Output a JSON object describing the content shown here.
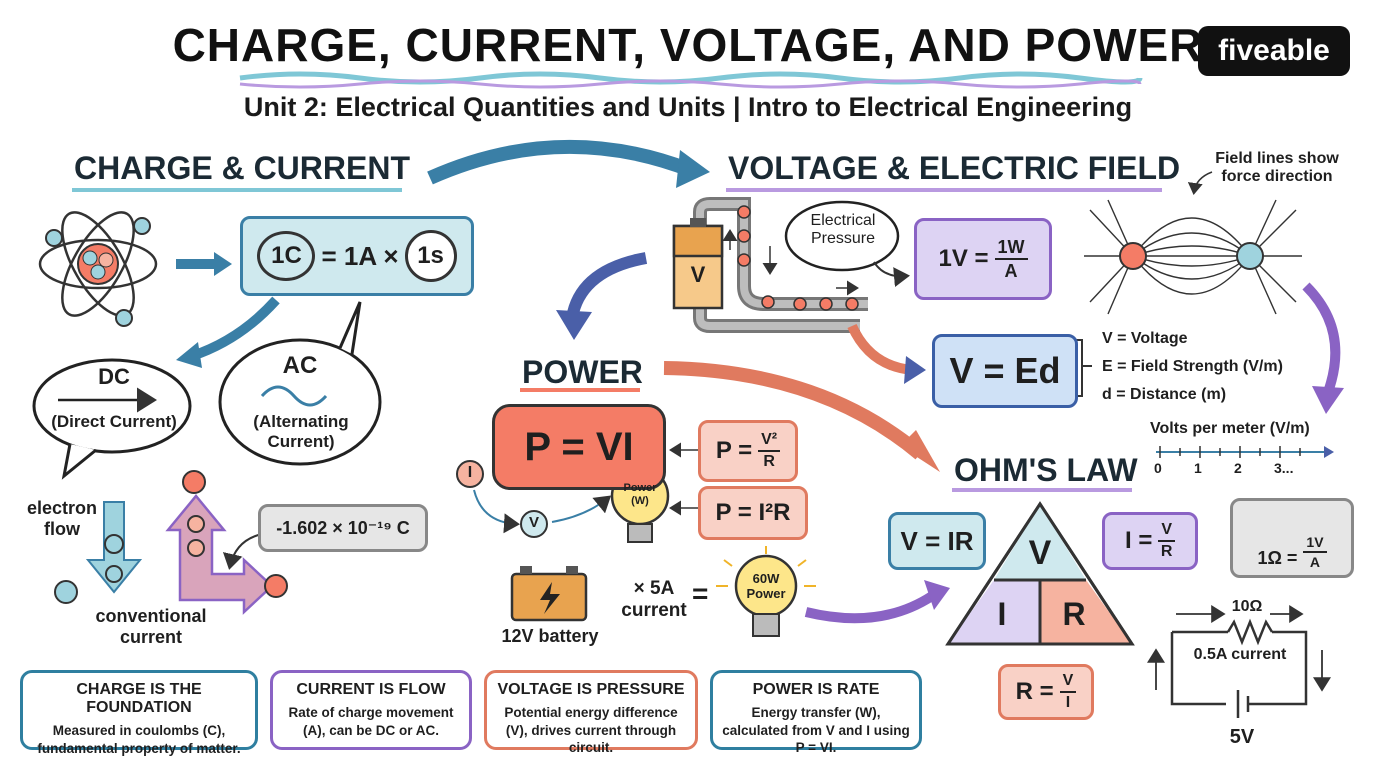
{
  "header": {
    "title": "CHARGE, CURRENT, VOLTAGE, AND POWER",
    "subtitle": "Unit 2: Electrical Quantities and Units | Intro to Electrical Engineering",
    "logo": "fiveable"
  },
  "charge": {
    "heading": "CHARGE & CURRENT",
    "eq_c": "1C",
    "eq_mid": "= 1A ×",
    "eq_s": "1s",
    "dc_title": "DC",
    "dc_sub": "(Direct Current)",
    "ac_title": "AC",
    "ac_sub": "(Alternating Current)",
    "electron_flow": "electron flow",
    "conventional": "conventional current",
    "electron_charge": "-1.602 × 10⁻¹⁹ C"
  },
  "voltage": {
    "heading": "VOLTAGE & ELECTRIC FIELD",
    "battery_label": "V",
    "bubble": "Electrical Pressure",
    "volt_lhs": "1V =",
    "volt_num": "1W",
    "volt_den": "A",
    "ved": "V = Ed",
    "ved_v": "V = Voltage",
    "ved_e": "E = Field Strength (V/m)",
    "ved_d": "d = Distance (m)",
    "field_note": "Field lines show force direction",
    "vpm": "Volts per meter (V/m)",
    "scale": [
      "0",
      "1",
      "2",
      "3..."
    ]
  },
  "power": {
    "heading": "POWER",
    "pvi": "P = VI",
    "i": "I",
    "v": "V",
    "bulb": "Power (W)",
    "p2_lhs": "P =",
    "p2_num": "V²",
    "p2_den": "R",
    "p3": "P = I²R",
    "battery": "12V battery",
    "mult": "× 5A current",
    "eq": "=",
    "bulb2": "60W Power"
  },
  "ohm": {
    "heading": "OHM'S LAW",
    "vir": "V = IR",
    "tri_v": "V",
    "tri_i": "I",
    "tri_r": "R",
    "i_lhs": "I =",
    "i_num": "V",
    "i_den": "R",
    "r_lhs": "R =",
    "r_num": "V",
    "r_den": "I",
    "ohm_lhs": "1Ω =",
    "ohm_num": "1V",
    "ohm_den": "A",
    "circuit_r": "10Ω",
    "circuit_i": "0.5A current",
    "circuit_v": "5V"
  },
  "cards": [
    {
      "title": "CHARGE IS THE FOUNDATION",
      "text": "Measured in coulombs (C), fundamental property of matter.",
      "color": "#2f7fa0"
    },
    {
      "title": "CURRENT IS FLOW",
      "text": "Rate of charge movement (A), can be DC or AC.",
      "color": "#8a63c4"
    },
    {
      "title": "VOLTAGE IS PRESSURE",
      "text": "Potential energy difference (V), drives current through circuit.",
      "color": "#e07a5f"
    },
    {
      "title": "POWER IS RATE",
      "text": "Energy transfer (W), calculated from V and I using P = VI.",
      "color": "#2f7fa0"
    }
  ],
  "colors": {
    "teal": "#cfe9ee",
    "purple": "#ddd3f3",
    "salmon": "#f6b3a0",
    "red": "#f47c66",
    "grey": "#e6e6e6"
  }
}
